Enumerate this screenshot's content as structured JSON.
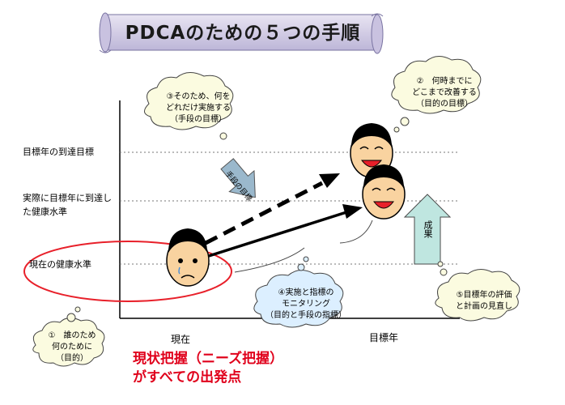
{
  "title": "PDCAのための５つの手順",
  "y_levels": [
    {
      "label": "目標年の到達目標"
    },
    {
      "label": "実際に目標年に到達した健康水準"
    },
    {
      "label": "現在の健康水準"
    }
  ],
  "x_labels": {
    "start": "現在",
    "end": "目標年"
  },
  "clouds": {
    "c1": "①　誰のため\n何のために\n（目的）",
    "c2": "②　何時までに\nどこまで改善する\n（目的の目標）",
    "c3": "③そのため、何を\nどれだけ実施する\n（手段の目標）",
    "c4": "④実施と指標の\nモニタリング\n（目的と手段の指標）",
    "c5": "⑤目標年の評価\nと計画の見直し"
  },
  "arrow_labels": {
    "down": "手段の目標",
    "up": "成果"
  },
  "footer": {
    "line1": "現状把握（ニーズ把握）",
    "line2": "がすべての出発点"
  },
  "colors": {
    "ellipse": "#e8202a",
    "arrow_fill": "#9ab8cc",
    "cloud_fill": "#fbfbe0",
    "cloud4_fill": "#dcefff",
    "face": "#f9d3a0",
    "footer": "#e0001b"
  }
}
